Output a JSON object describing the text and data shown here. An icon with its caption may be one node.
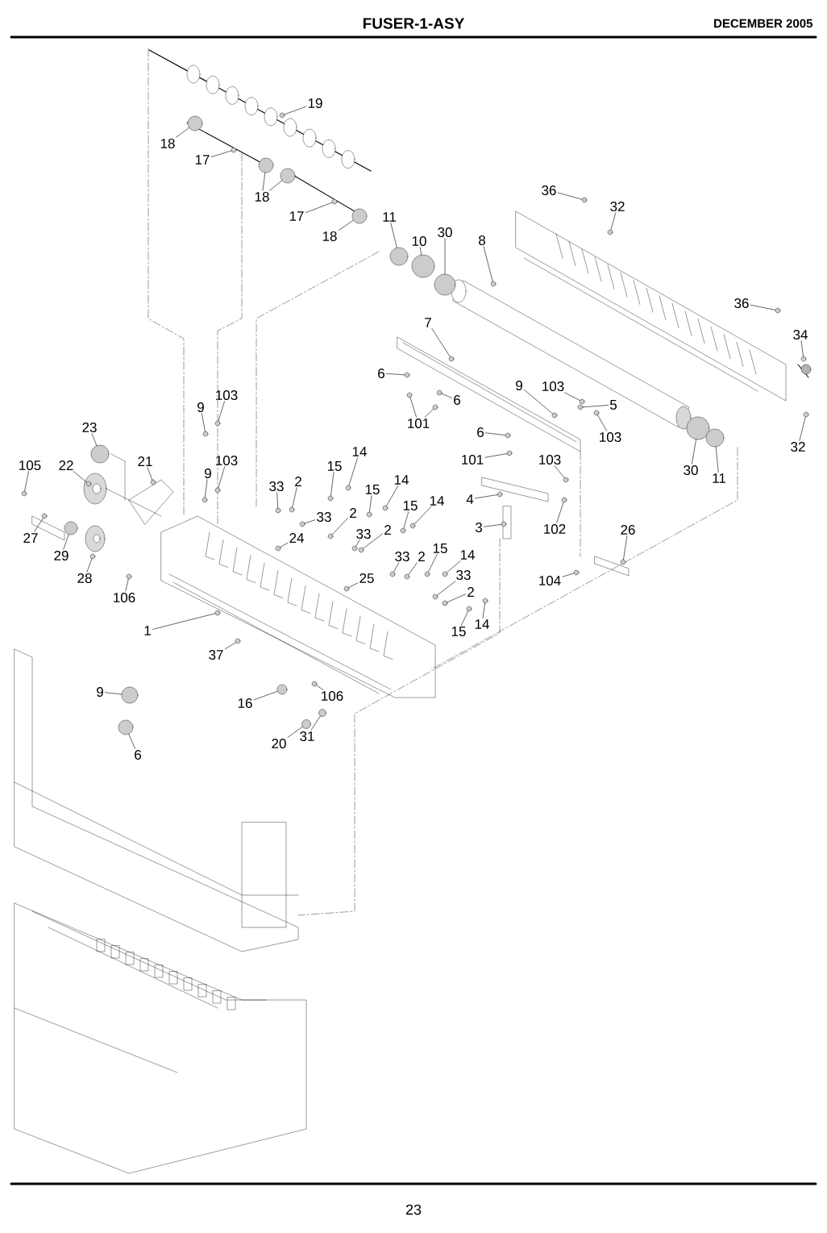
{
  "diagram": {
    "title": "FUSER-1-ASY",
    "nodes": [
      {
        "text": [
          "19"
        ]
      },
      {
        "text": [
          "18"
        ]
      },
      {
        "text": [
          "17"
        ]
      },
      {
        "text": [
          "18"
        ]
      },
      {
        "text": [
          "17"
        ]
      },
      {
        "text": [
          "18"
        ]
      },
      {
        "text": [
          "11"
        ]
      },
      {
        "text": [
          "10"
        ]
      },
      {
        "text": [
          "30"
        ]
      },
      {
        "text": [
          "8"
        ]
      },
      {
        "text": [
          "36"
        ]
      },
      {
        "text": [
          "32"
        ]
      },
      {
        "text": [
          "36"
        ]
      },
      {
        "text": [
          "34"
        ]
      },
      {
        "text": [
          "7"
        ]
      },
      {
        "text": [
          "6"
        ]
      },
      {
        "text": [
          "6"
        ]
      },
      {
        "text": [
          "101"
        ]
      },
      {
        "text": [
          "9"
        ]
      },
      {
        "text": [
          "103"
        ]
      },
      {
        "text": [
          "5"
        ]
      },
      {
        "text": [
          "103"
        ]
      },
      {
        "text": [
          "6"
        ]
      },
      {
        "text": [
          "101"
        ]
      },
      {
        "text": [
          "30"
        ]
      },
      {
        "text": [
          "11"
        ]
      },
      {
        "text": [
          "32"
        ]
      },
      {
        "text": [
          "103"
        ]
      },
      {
        "text": [
          "4"
        ]
      },
      {
        "text": [
          "102"
        ]
      },
      {
        "text": [
          "3"
        ]
      },
      {
        "text": [
          "26"
        ]
      },
      {
        "text": [
          "104"
        ]
      },
      {
        "text": [
          "9"
        ]
      },
      {
        "text": [
          "103"
        ]
      },
      {
        "text": [
          "23"
        ]
      },
      {
        "text": [
          "105"
        ]
      },
      {
        "text": [
          "22"
        ]
      },
      {
        "text": [
          "21"
        ]
      },
      {
        "text": [
          "9"
        ]
      },
      {
        "text": [
          "103"
        ]
      },
      {
        "text": [
          "33"
        ]
      },
      {
        "text": [
          "2"
        ]
      },
      {
        "text": [
          "15"
        ]
      },
      {
        "text": [
          "14"
        ]
      },
      {
        "text": [
          "27"
        ]
      },
      {
        "text": [
          "29"
        ]
      },
      {
        "text": [
          "28"
        ]
      },
      {
        "text": [
          "106"
        ]
      },
      {
        "text": [
          "33"
        ]
      },
      {
        "text": [
          "2"
        ]
      },
      {
        "text": [
          "15"
        ]
      },
      {
        "text": [
          "14"
        ]
      },
      {
        "text": [
          "24"
        ]
      },
      {
        "text": [
          "33"
        ]
      },
      {
        "text": [
          "2"
        ]
      },
      {
        "text": [
          "15"
        ]
      },
      {
        "text": [
          "14"
        ]
      },
      {
        "text": [
          "33"
        ]
      },
      {
        "text": [
          "2"
        ]
      },
      {
        "text": [
          "15"
        ]
      },
      {
        "text": [
          "14"
        ]
      },
      {
        "text": [
          "25"
        ]
      },
      {
        "text": [
          "33"
        ]
      },
      {
        "text": [
          "2"
        ]
      },
      {
        "text": [
          "15"
        ]
      },
      {
        "text": [
          "14"
        ]
      },
      {
        "text": [
          "1"
        ]
      },
      {
        "text": [
          "37"
        ]
      },
      {
        "text": [
          "106"
        ]
      },
      {
        "text": [
          "16"
        ]
      },
      {
        "text": [
          "20"
        ]
      },
      {
        "text": [
          "31"
        ]
      },
      {
        "text": [
          "9"
        ]
      },
      {
        "text": [
          "6"
        ]
      },
      {
        "text": [],
        "shape": "circle"
      },
      {
        "text": [],
        "shape": "circle"
      },
      {
        "text": [],
        "shape": "circle"
      },
      {
        "text": [],
        "shape": "circle"
      },
      {
        "text": [],
        "shape": "circle"
      },
      {
        "text": [],
        "shape": "circle"
      },
      {
        "text": [],
        "shape": "circle"
      },
      {
        "text": [],
        "shape": "circle"
      },
      {
        "text": [],
        "shape": "circle"
      },
      {
        "text": [],
        "shape": "circle"
      },
      {
        "text": [],
        "shape": "circle"
      },
      {
        "text": [],
        "shape": "circle"
      },
      {
        "text": [],
        "shape": "circle"
      },
      {
        "text": [],
        "shape": "circle"
      },
      {
        "text": [],
        "shape": "circle"
      },
      {
        "text": [],
        "shape": "circle"
      },
      {
        "text": [],
        "shape": "circle"
      },
      {
        "text": [],
        "shape": "circle"
      },
      {
        "text": [],
        "shape": "circle"
      },
      {
        "text": [],
        "shape": "circle"
      },
      {
        "text": [],
        "shape": "circle"
      },
      {
        "text": [],
        "shape": "circle"
      },
      {
        "text": [],
        "shape": "circle"
      },
      {
        "text": [],
        "shape": "circle"
      },
      {
        "text": [],
        "shape": "circle"
      },
      {
        "text": [],
        "shape": "circle"
      },
      {
        "text": [],
        "shape": "circle"
      },
      {
        "text": [],
        "shape": "circle"
      },
      {
        "text": [],
        "shape": "circle"
      },
      {
        "text": [],
        "shape": "circle"
      },
      {
        "text": [],
        "shape": "circle"
      },
      {
        "text": [],
        "shape": "circle"
      },
      {
        "text": [],
        "shape": "circle"
      },
      {
        "text": [],
        "shape": "circle"
      },
      {
        "text": [],
        "shape": "circle"
      },
      {
        "text": [],
        "shape": "circle"
      },
      {
        "text": [],
        "shape": "circle"
      },
      {
        "text": [],
        "shape": "circle"
      },
      {
        "text": [],
        "shape": "circle"
      },
      {
        "text": [],
        "shape": "circle"
      },
      {
        "text": [],
        "shape": "circle"
      },
      {
        "text": [],
        "shape": "circle"
      },
      {
        "text": [],
        "shape": "circle"
      },
      {
        "text": [],
        "shape": "circle"
      },
      {
        "text": [],
        "shape": "circle"
      },
      {
        "text": [],
        "shape": "circle"
      },
      {
        "text": [],
        "shape": "circle"
      },
      {
        "text": [],
        "shape": "circle"
      },
      {
        "text": [],
        "shape": "circle"
      },
      {
        "text": [],
        "shape": "circle"
      },
      {
        "text": [],
        "shape": "circle"
      },
      {
        "text": [],
        "shape": "circle"
      },
      {
        "text": [],
        "shape": "circle"
      },
      {
        "text": [],
        "shape": "circle"
      },
      {
        "text": [],
        "shape": "circle"
      },
      {
        "text": [],
        "shape": "circle"
      },
      {
        "text": [],
        "shape": "circle"
      },
      {
        "text": [],
        "shape": "circle"
      },
      {
        "text": [],
        "shape": "circle"
      },
      {
        "text": [],
        "shape": "circle"
      },
      {
        "text": [],
        "shape": "circle"
      },
      {
        "text": [],
        "shape": "circle"
      },
      {
        "text": [],
        "shape": "circle"
      },
      {
        "text": [],
        "shape": "circle"
      },
      {
        "text": [],
        "shape": "circle"
      },
      {
        "text": [],
        "shape": "circle"
      },
      {
        "text": [],
        "shape": "circle"
      },
      {
        "text": [],
        "shape": "circle"
      },
      {
        "text": [],
        "shape": "circle"
      },
      {
        "text": [],
        "shape": "circle"
      },
      {
        "text": [],
        "shape": "circle"
      },
      {
        "text": [],
        "shape": "circle"
      },
      {
        "text": [],
        "shape": "circle"
      },
      {
        "text": [],
        "shape": "circle"
      },
      {
        "text": [],
        "shape": "circle"
      },
      {
        "text": [],
        "shape": "circle"
      },
      {
        "text": [],
        "shape": "circle"
      }
    ],
    "edges": [
      {
        "from": 0,
        "to": 75,
        "arrow": "none"
      },
      {
        "from": 1,
        "to": 76,
        "arrow": "none"
      },
      {
        "from": 2,
        "to": 77,
        "arrow": "none"
      },
      {
        "from": 3,
        "to": 78,
        "arrow": "none"
      },
      {
        "from": 3,
        "to": 79,
        "arrow": "none"
      },
      {
        "from": 4,
        "to": 80,
        "arrow": "none"
      },
      {
        "from": 5,
        "to": 81,
        "arrow": "none"
      },
      {
        "from": 6,
        "to": 82,
        "arrow": "none"
      },
      {
        "from": 7,
        "to": 83,
        "arrow": "none"
      },
      {
        "from": 8,
        "to": 84,
        "arrow": "none"
      },
      {
        "from": 9,
        "to": 85,
        "arrow": "none"
      },
      {
        "from": 10,
        "to": 86,
        "arrow": "none"
      },
      {
        "from": 11,
        "to": 87,
        "arrow": "none"
      },
      {
        "from": 12,
        "to": 88,
        "arrow": "none"
      },
      {
        "from": 13,
        "to": 89,
        "arrow": "none"
      },
      {
        "from": 14,
        "to": 90,
        "arrow": "none"
      },
      {
        "from": 15,
        "to": 91,
        "arrow": "none"
      },
      {
        "from": 16,
        "to": 92,
        "arrow": "none"
      },
      {
        "from": 17,
        "to": 93,
        "arrow": "none"
      },
      {
        "from": 17,
        "to": 94,
        "arrow": "none"
      },
      {
        "from": 18,
        "to": 95,
        "arrow": "none"
      },
      {
        "from": 19,
        "to": 96,
        "arrow": "none"
      },
      {
        "from": 20,
        "to": 97,
        "arrow": "none"
      },
      {
        "from": 21,
        "to": 98,
        "arrow": "none"
      },
      {
        "from": 22,
        "to": 99,
        "arrow": "none"
      },
      {
        "from": 23,
        "to": 100,
        "arrow": "none"
      },
      {
        "from": 24,
        "to": 101,
        "arrow": "none"
      },
      {
        "from": 25,
        "to": 102,
        "arrow": "none"
      },
      {
        "from": 26,
        "to": 103,
        "arrow": "none"
      },
      {
        "from": 27,
        "to": 104,
        "arrow": "none"
      },
      {
        "from": 28,
        "to": 105,
        "arrow": "none"
      },
      {
        "from": 29,
        "to": 106,
        "arrow": "none"
      },
      {
        "from": 30,
        "to": 107,
        "arrow": "none"
      },
      {
        "from": 31,
        "to": 108,
        "arrow": "none"
      },
      {
        "from": 32,
        "to": 109,
        "arrow": "none"
      },
      {
        "from": 33,
        "to": 110,
        "arrow": "none"
      },
      {
        "from": 34,
        "to": 111,
        "arrow": "none"
      },
      {
        "from": 35,
        "to": 112,
        "arrow": "none"
      },
      {
        "from": 36,
        "to": 113,
        "arrow": "none"
      },
      {
        "from": 37,
        "to": 114,
        "arrow": "none"
      },
      {
        "from": 38,
        "to": 115,
        "arrow": "none"
      },
      {
        "from": 39,
        "to": 116,
        "arrow": "none"
      },
      {
        "from": 40,
        "to": 117,
        "arrow": "none"
      },
      {
        "from": 41,
        "to": 118,
        "arrow": "none"
      },
      {
        "from": 42,
        "to": 119,
        "arrow": "none"
      },
      {
        "from": 43,
        "to": 120,
        "arrow": "none"
      },
      {
        "from": 44,
        "to": 121,
        "arrow": "none"
      },
      {
        "from": 45,
        "to": 122,
        "arrow": "none"
      },
      {
        "from": 46,
        "to": 123,
        "arrow": "none"
      },
      {
        "from": 47,
        "to": 124,
        "arrow": "none"
      },
      {
        "from": 48,
        "to": 125,
        "arrow": "none"
      },
      {
        "from": 49,
        "to": 126,
        "arrow": "none"
      },
      {
        "from": 50,
        "to": 127,
        "arrow": "none"
      },
      {
        "from": 51,
        "to": 128,
        "arrow": "none"
      },
      {
        "from": 52,
        "to": 129,
        "arrow": "none"
      },
      {
        "from": 53,
        "to": 130,
        "arrow": "none"
      },
      {
        "from": 54,
        "to": 131,
        "arrow": "none"
      },
      {
        "from": 55,
        "to": 132,
        "arrow": "none"
      },
      {
        "from": 56,
        "to": 133,
        "arrow": "none"
      },
      {
        "from": 57,
        "to": 134,
        "arrow": "none"
      },
      {
        "from": 58,
        "to": 135,
        "arrow": "none"
      },
      {
        "from": 59,
        "to": 136,
        "arrow": "none"
      },
      {
        "from": 60,
        "to": 137,
        "arrow": "none"
      },
      {
        "from": 61,
        "to": 138,
        "arrow": "none"
      },
      {
        "from": 62,
        "to": 139,
        "arrow": "none"
      },
      {
        "from": 63,
        "to": 140,
        "arrow": "none"
      },
      {
        "from": 64,
        "to": 141,
        "arrow": "none"
      },
      {
        "from": 65,
        "to": 142,
        "arrow": "none"
      },
      {
        "from": 66,
        "to": 143,
        "arrow": "none"
      },
      {
        "from": 67,
        "to": 144,
        "arrow": "none"
      },
      {
        "from": 68,
        "to": 145,
        "arrow": "none"
      },
      {
        "from": 69,
        "to": 146,
        "arrow": "none"
      },
      {
        "from": 70,
        "to": 147,
        "arrow": "none"
      },
      {
        "from": 71,
        "to": 148,
        "arrow": "none"
      },
      {
        "from": 72,
        "to": 149,
        "arrow": "none"
      },
      {
        "from": 73,
        "to": 150,
        "arrow": "none"
      },
      {
        "from": 74,
        "to": 151,
        "arrow": "none"
      }
    ],
    "labels": [
      "DECEMBER 2005",
      "23"
    ]
  }
}
